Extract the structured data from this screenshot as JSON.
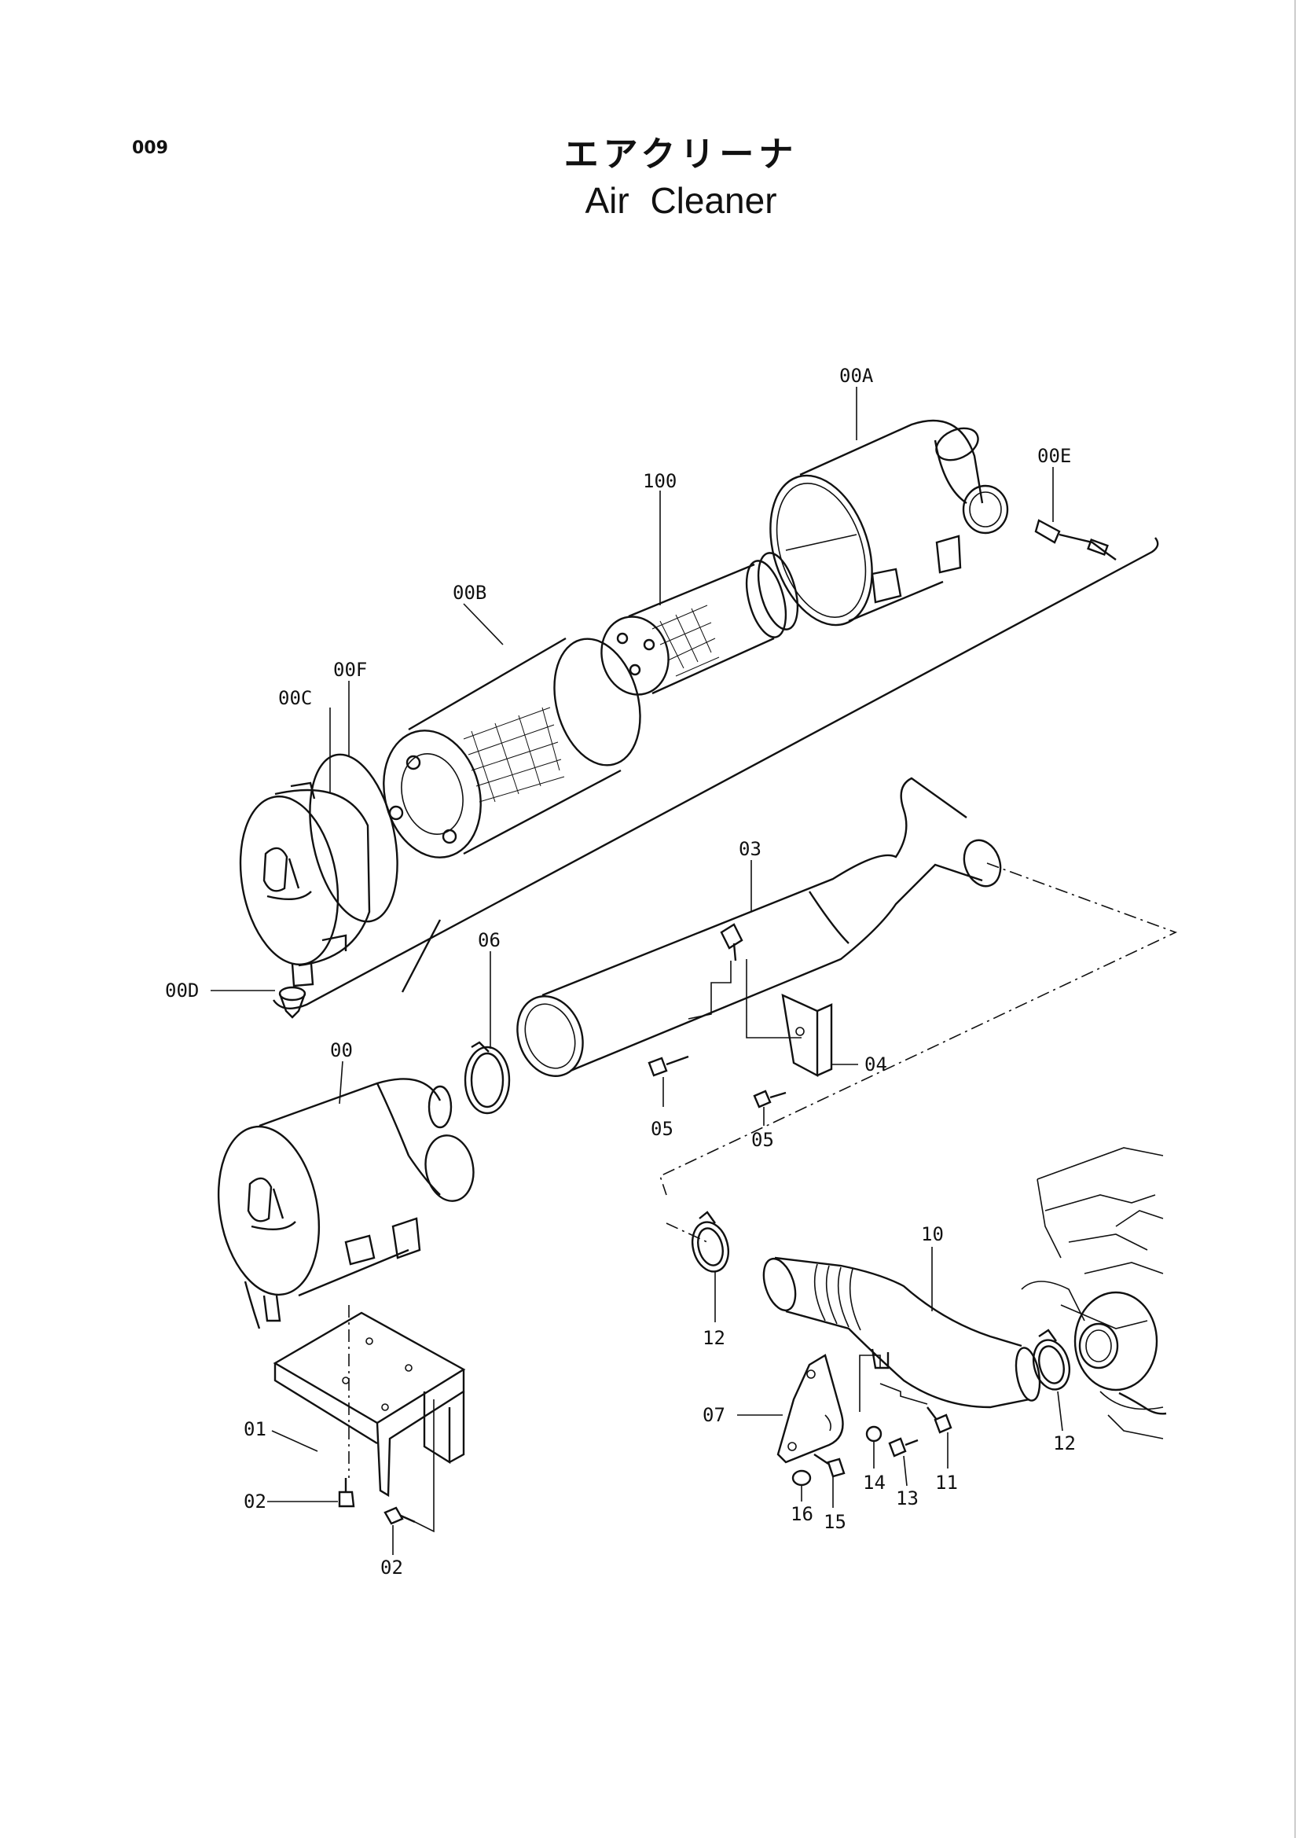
{
  "page": {
    "number": "009",
    "title_jp": "エアクリーナ",
    "title_en": "Air  Cleaner"
  },
  "callouts": [
    {
      "id": "00A",
      "text": "00A"
    },
    {
      "id": "00E",
      "text": "00E"
    },
    {
      "id": "100",
      "text": "100"
    },
    {
      "id": "00B",
      "text": "00B"
    },
    {
      "id": "00F",
      "text": "00F"
    },
    {
      "id": "00C",
      "text": "00C"
    },
    {
      "id": "00D",
      "text": "00D"
    },
    {
      "id": "03",
      "text": "03"
    },
    {
      "id": "06",
      "text": "06"
    },
    {
      "id": "04",
      "text": "04"
    },
    {
      "id": "05a",
      "text": "05"
    },
    {
      "id": "05b",
      "text": "05"
    },
    {
      "id": "00",
      "text": "00"
    },
    {
      "id": "10",
      "text": "10"
    },
    {
      "id": "12a",
      "text": "12"
    },
    {
      "id": "12b",
      "text": "12"
    },
    {
      "id": "07",
      "text": "07"
    },
    {
      "id": "11",
      "text": "11"
    },
    {
      "id": "14",
      "text": "14"
    },
    {
      "id": "13",
      "text": "13"
    },
    {
      "id": "16",
      "text": "16"
    },
    {
      "id": "15",
      "text": "15"
    },
    {
      "id": "01",
      "text": "01"
    },
    {
      "id": "02a",
      "text": "02"
    },
    {
      "id": "02b",
      "text": "02"
    }
  ]
}
